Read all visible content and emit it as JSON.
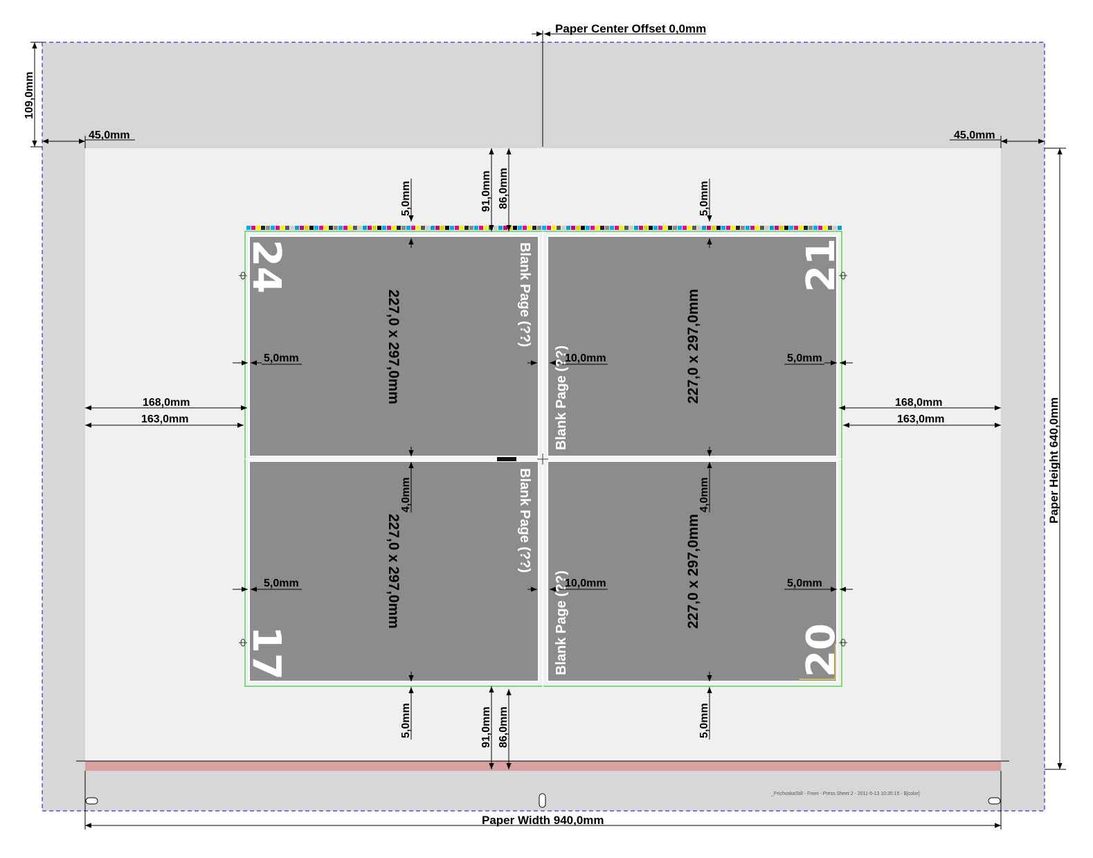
{
  "labels": {
    "paper_center_offset": "Paper Center Offset 0,0mm",
    "paper_width": "Paper Width 940,0mm",
    "paper_height": "Paper Height 640,0mm",
    "top_margin": "109,0mm",
    "left_margin": "45,0mm",
    "right_margin": "45,0mm",
    "left_168": "168,0mm",
    "left_163": "163,0mm",
    "right_168": "168,0mm",
    "right_163": "163,0mm",
    "gap_91_top": "91,0mm",
    "gap_86_top": "86,0mm",
    "gap_91_bottom": "91,0mm",
    "gap_86_bottom": "86,0mm",
    "top_5_left": "5,0mm",
    "top_5_right": "5,0mm",
    "bottom_5_left": "5,0mm",
    "bottom_5_right": "5,0mm",
    "mid_4_left": "4,0mm",
    "mid_4_right": "4,0mm",
    "footer_text": "_PrichoskaStill - Front - Press Sheet 2 - 2011-5-13 10:35:15 - $[color]"
  },
  "pages": [
    {
      "number": "24",
      "size": "227,0 x 297,0mm",
      "blank": "Blank Page (??)",
      "left_gap": "5,0mm",
      "right_gap": "10,0mm"
    },
    {
      "number": "21",
      "size": "227,0 x 297,0mm",
      "blank": "Blank Page (??)",
      "left_gap": "10,0mm",
      "right_gap": "5,0mm"
    },
    {
      "number": "17",
      "size": "227,0 x 297,0mm",
      "blank": "Blank Page (??)",
      "left_gap": "5,0mm",
      "right_gap": "10,0mm"
    },
    {
      "number": "20",
      "size": "227,0 x 297,0mm",
      "blank": "Blank Page (??)",
      "left_gap": "10,0mm",
      "right_gap": "5,0mm"
    }
  ],
  "colors": {
    "sheet_outer": "#d7d7d7",
    "sheet_inner": "#f0f0f0",
    "page_fill": "#8c8c8c",
    "gripper_bar": "#d9a0a0",
    "dashed_border": "#3333cc",
    "trim_line": "#33cc33"
  }
}
